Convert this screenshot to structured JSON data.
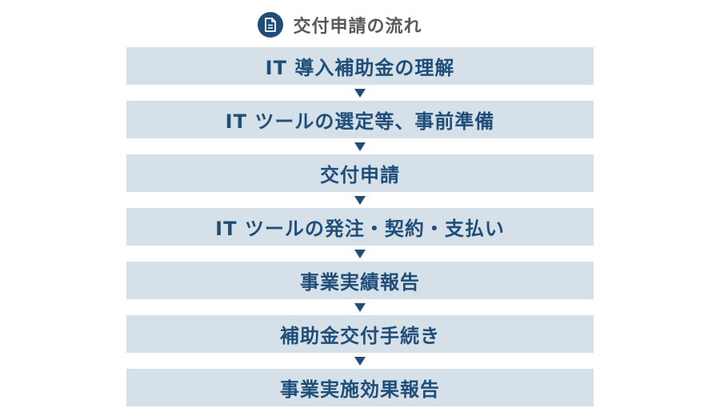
{
  "header": {
    "title": "交付申請の流れ",
    "icon": "document-icon"
  },
  "steps": [
    {
      "label": "IT 導入補助金の理解"
    },
    {
      "label": "IT ツールの選定等、事前準備"
    },
    {
      "label": "交付申請"
    },
    {
      "label": "IT ツールの発注・契約・支払い"
    },
    {
      "label": "事業実績報告"
    },
    {
      "label": "補助金交付手続き"
    },
    {
      "label": "事業実施効果報告"
    }
  ],
  "colors": {
    "primary": "#1f4e79",
    "box_background": "#d6e0e9",
    "title_text": "#595959"
  }
}
